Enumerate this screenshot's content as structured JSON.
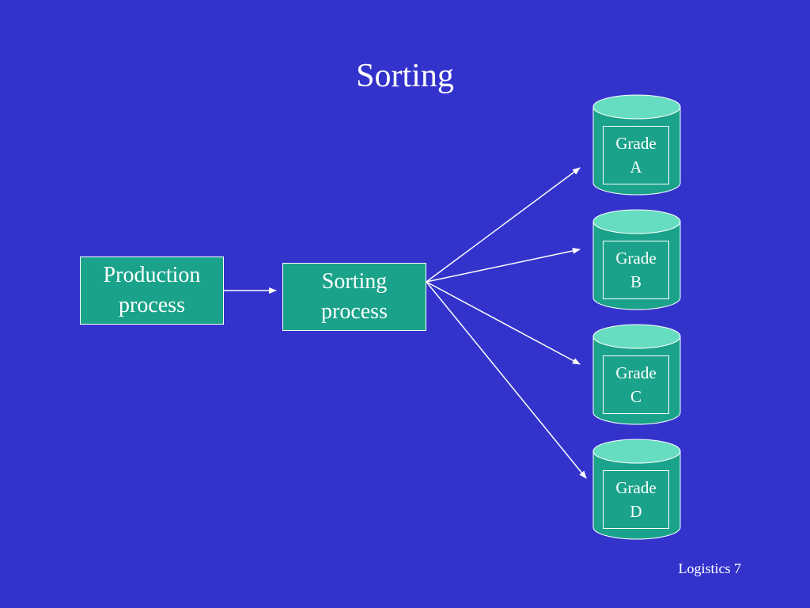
{
  "colors": {
    "background": "#3333cc",
    "box_fill": "#1aa38a",
    "cylinder_top": "#66ddc0",
    "line": "#ffffff"
  },
  "title": "Sorting",
  "boxes": {
    "production": {
      "line1": "Production",
      "line2": "process"
    },
    "sorting": {
      "line1": "Sorting",
      "line2": "process"
    }
  },
  "grades": [
    {
      "line1": "Grade",
      "line2": "A"
    },
    {
      "line1": "Grade",
      "line2": "B"
    },
    {
      "line1": "Grade",
      "line2": "C"
    },
    {
      "line1": "Grade",
      "line2": "D"
    }
  ],
  "footer": "Logistics 7"
}
